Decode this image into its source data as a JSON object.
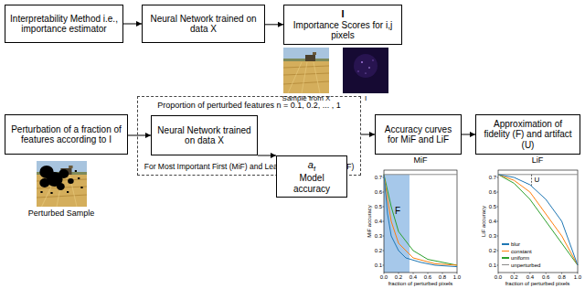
{
  "diagram": {
    "nodes": [
      {
        "text": [
          "Interpretability Method i.e., importance estimator"
        ]
      },
      {
        "text": [
          "Neural Network trained on data X"
        ]
      },
      {
        "text": [
          "I",
          "Importance Scores for i,j pixels"
        ]
      },
      {
        "text": [
          "Perturbation of a fraction of features according to I"
        ]
      },
      {
        "text": [
          "Proportion of perturbed features n = 0.1, 0.2, ... , 1",
          "For Most Important First (MiF) and Least Important First (LiF)"
        ]
      },
      {
        "text": [
          "Neural Network trained on data X"
        ],
        "in": 4
      },
      {
        "text": [
          "a",
          "f",
          "Model accuracy"
        ],
        "in": 4
      },
      {
        "text": [
          "Accuracy curves for MiF and LiF"
        ]
      },
      {
        "text": [
          "Approximation of fidelity (F) and artifact (U)"
        ]
      }
    ],
    "edges": [
      {
        "from": 0,
        "to": 1,
        "arrow": "to"
      },
      {
        "from": 1,
        "to": 2,
        "arrow": "to"
      },
      {
        "from": 3,
        "to": 5,
        "arrow": "to"
      },
      {
        "from": 5,
        "to": 6,
        "arrow": "to"
      },
      {
        "from": 4,
        "to": 7,
        "arrow": "to"
      },
      {
        "from": 7,
        "to": 8,
        "arrow": "to"
      }
    ],
    "labels": [
      "Sample from X",
      "I",
      "Perturbed Sample",
      "MiF",
      "F",
      "MiF accuracy",
      "fraction of perturbed pixels",
      "0.0",
      "0.2",
      "0.4",
      "0.6",
      "0.8",
      "1.0",
      "0.7",
      "0.6",
      "0.5",
      "0.4",
      "0.3",
      "0.2",
      "0.1",
      "LiF",
      "U",
      "LiF accuracy",
      "fraction of perturbed pixels",
      "0.0",
      "0.2",
      "0.4",
      "0.6",
      "0.8",
      "1.0",
      "0.7",
      "0.6",
      "0.5",
      "0.4",
      "0.3",
      "0.2",
      "0.1"
    ],
    "legend": [
      {
        "text": "blur"
      },
      {
        "text": "constant"
      },
      {
        "text": "uniform"
      },
      {
        "text": "unperturbed"
      }
    ]
  }
}
